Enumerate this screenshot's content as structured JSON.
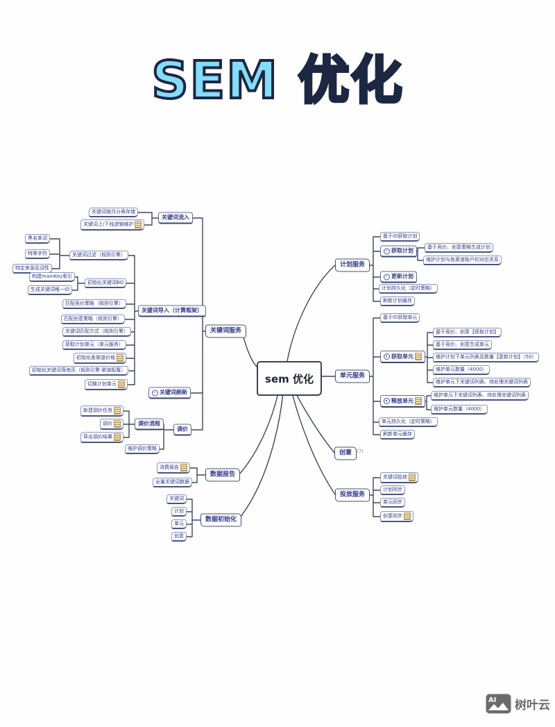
{
  "title": "SEM 优化",
  "watermark": {
    "logo_text": "AI",
    "brand": "树叶云"
  },
  "colors": {
    "title_fill": "#85dcf8",
    "title_stroke": "#1c2742",
    "node_text": "#333a8a",
    "line": "#3c4658",
    "note_icon_bg": "#f0ddb0",
    "note_icon_border": "#b29054",
    "clock_icon": "#4a4aa8",
    "watermark": "#6b6b6b"
  },
  "mindmap": {
    "center": "sem 优化",
    "kw": {
      "label": "关键词服务",
      "inflow": {
        "label": "关键词流入",
        "monthly": "关键词按月分表存储",
        "updown": "关键词上/下线逻辑维护"
      },
      "import": {
        "label": "关键词导入（计算框架）",
        "filter": {
          "label": "关键词过滤（规则引擎）",
          "blacklist": "黑名单词",
          "special": "特殊字符",
          "source": "特定来源及词性"
        },
        "initbo": {
          "label": "初始化关键词BO",
          "mainkey": "构建mainKey索引",
          "uid": "生成关键词唯一ID"
        },
        "bid_match": "匹配竞价策略（规则引擎）",
        "creative_match": "匹配创意策略（规则引擎）",
        "match_mode": "关键词匹配方式（规则引擎）",
        "get_plan_unit": "获取计划单元（单元服务）",
        "init_price": "初始化各渠道价格",
        "landing": "初始化关键词落地页（规则引擎·渠道配置）",
        "switch_unit": "切换计划单元"
      },
      "refresh": "关键词刷新",
      "adjust": {
        "label": "调价",
        "flow": {
          "label": "调价流程",
          "new_task": "新建调价任务",
          "run": "调价",
          "export": "导出调价结果"
        },
        "strategy": "维护调价策略"
      }
    },
    "report": {
      "label": "数据报告",
      "consume": "消费报告",
      "full_kw": "全量关键词数据"
    },
    "init": {
      "label": "数据初始化",
      "kw": "关键词",
      "plan": "计划",
      "unit": "单元",
      "creative": "创意"
    },
    "plan": {
      "label": "计划服务",
      "by_id": "基于ID获取计划",
      "get": {
        "label": "获取计划",
        "gen": "基于竞价、创意策略生成计划",
        "mapping": "维护计划与各渠道账户的对应关系"
      },
      "update": "更新计划",
      "persist": "计划持久化（定时策略）",
      "cache": "刷新计划缓存"
    },
    "unit": {
      "label": "单元服务",
      "by_id": "基于ID获取单元",
      "get": {
        "label": "获取单元",
        "get_plan": "基于竞价、创意【获取计划】",
        "gen": "基于竞价、创意生成单元",
        "maintain": "维护计划下单元列表及数量【更新计划】（50）",
        "qty": "维护单元数量（4000）",
        "kw_list": "维护单元下关键词列表、待处理关键词列表"
      },
      "release": {
        "label": "释放单元",
        "kw_list": "维护单元下关键词列表、待处理关键词列表",
        "qty": "维护单元数量（4000）"
      },
      "persist": "单元持久化（定时策略）",
      "cache": "刷新单元缓存"
    },
    "creative": {
      "label": "创意",
      "badge": "(7)"
    },
    "delivery": {
      "label": "投放服务",
      "kw_put": "关键词投放",
      "plan_sync": "计划同步",
      "unit_sync": "单元同步",
      "creative_sync": "创意同步"
    }
  }
}
